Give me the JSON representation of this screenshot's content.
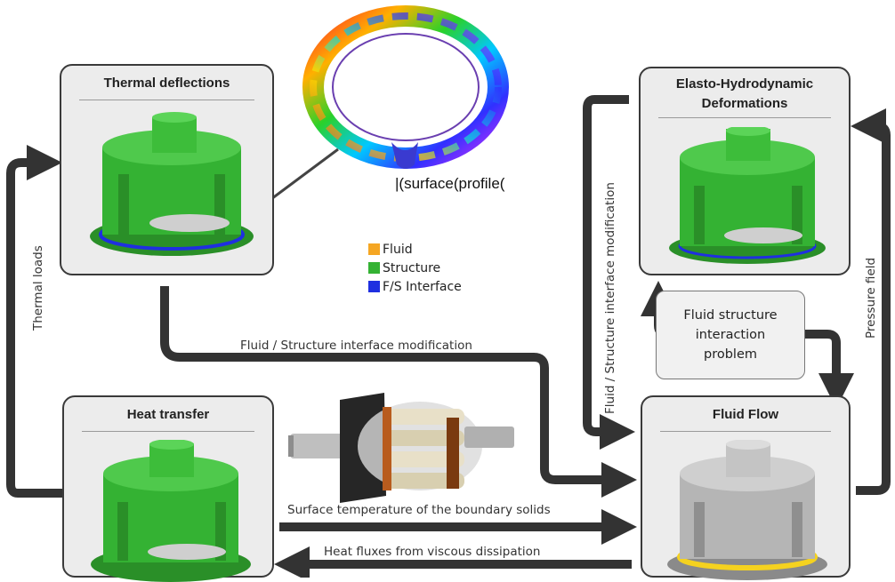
{
  "boxes": {
    "thermal_deflections": "Thermal deflections",
    "elasto_hydrodynamic_line1": "Elasto-Hydrodynamic",
    "elasto_hydrodynamic_line2": "Deformations",
    "heat_transfer": "Heat transfer",
    "fluid_flow": "Fluid Flow"
  },
  "labels": {
    "thermal_loads": "Thermal loads",
    "pressure_field": "Pressure field",
    "fsi_modification_vertical": "Fluid / Structure interface modification",
    "fsi_modification_horizontal": "Fluid / Structure interface modification",
    "surface_temperature": "Surface temperature of the boundary solids",
    "heat_fluxes": "Heat fluxes from viscous dissipation",
    "surface_profile": "|(surface(profile("
  },
  "center_box": {
    "line1": "Fluid structure",
    "line2": "interaction",
    "line3": "problem"
  },
  "legend": [
    {
      "label": "Fluid",
      "color": "#f5a623"
    },
    {
      "label": "Structure",
      "color": "#34b233"
    },
    {
      "label": "F/S Interface",
      "color": "#1f2fe0"
    }
  ],
  "colors": {
    "structure": "#34b233",
    "structure_dark": "#1e7a1c",
    "fluid_body": "#b5b5b5",
    "fluid_highlight": "#f5d21f",
    "arrow": "#333333"
  }
}
